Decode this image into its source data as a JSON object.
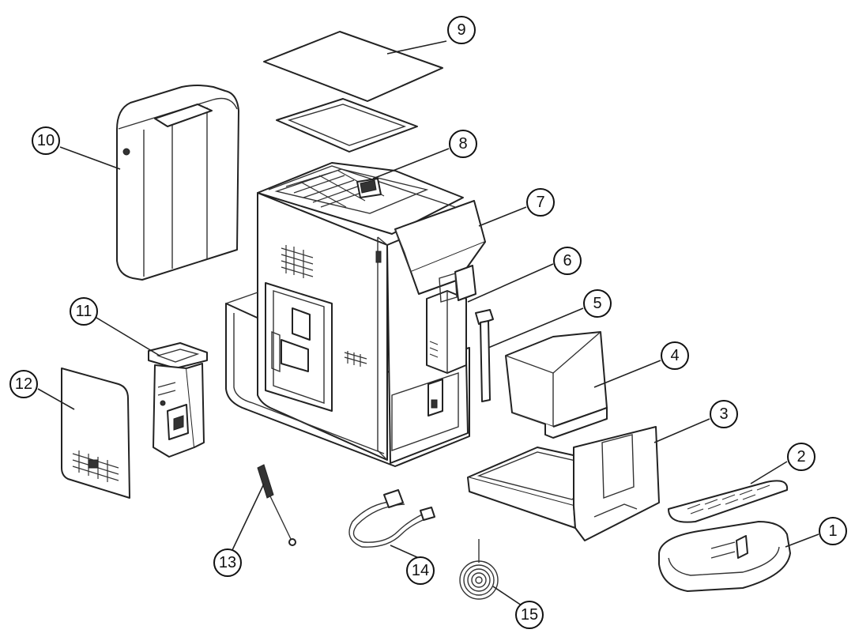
{
  "parts": [
    {
      "id": "1",
      "label": "1"
    },
    {
      "id": "2",
      "label": "2"
    },
    {
      "id": "3",
      "label": "3"
    },
    {
      "id": "4",
      "label": "4"
    },
    {
      "id": "5",
      "label": "5"
    },
    {
      "id": "6",
      "label": "6"
    },
    {
      "id": "7",
      "label": "7"
    },
    {
      "id": "8",
      "label": "8"
    },
    {
      "id": "9",
      "label": "9"
    },
    {
      "id": "10",
      "label": "10"
    },
    {
      "id": "11",
      "label": "11"
    },
    {
      "id": "12",
      "label": "12"
    },
    {
      "id": "13",
      "label": "13"
    },
    {
      "id": "14",
      "label": "14"
    },
    {
      "id": "15",
      "label": "15"
    }
  ]
}
